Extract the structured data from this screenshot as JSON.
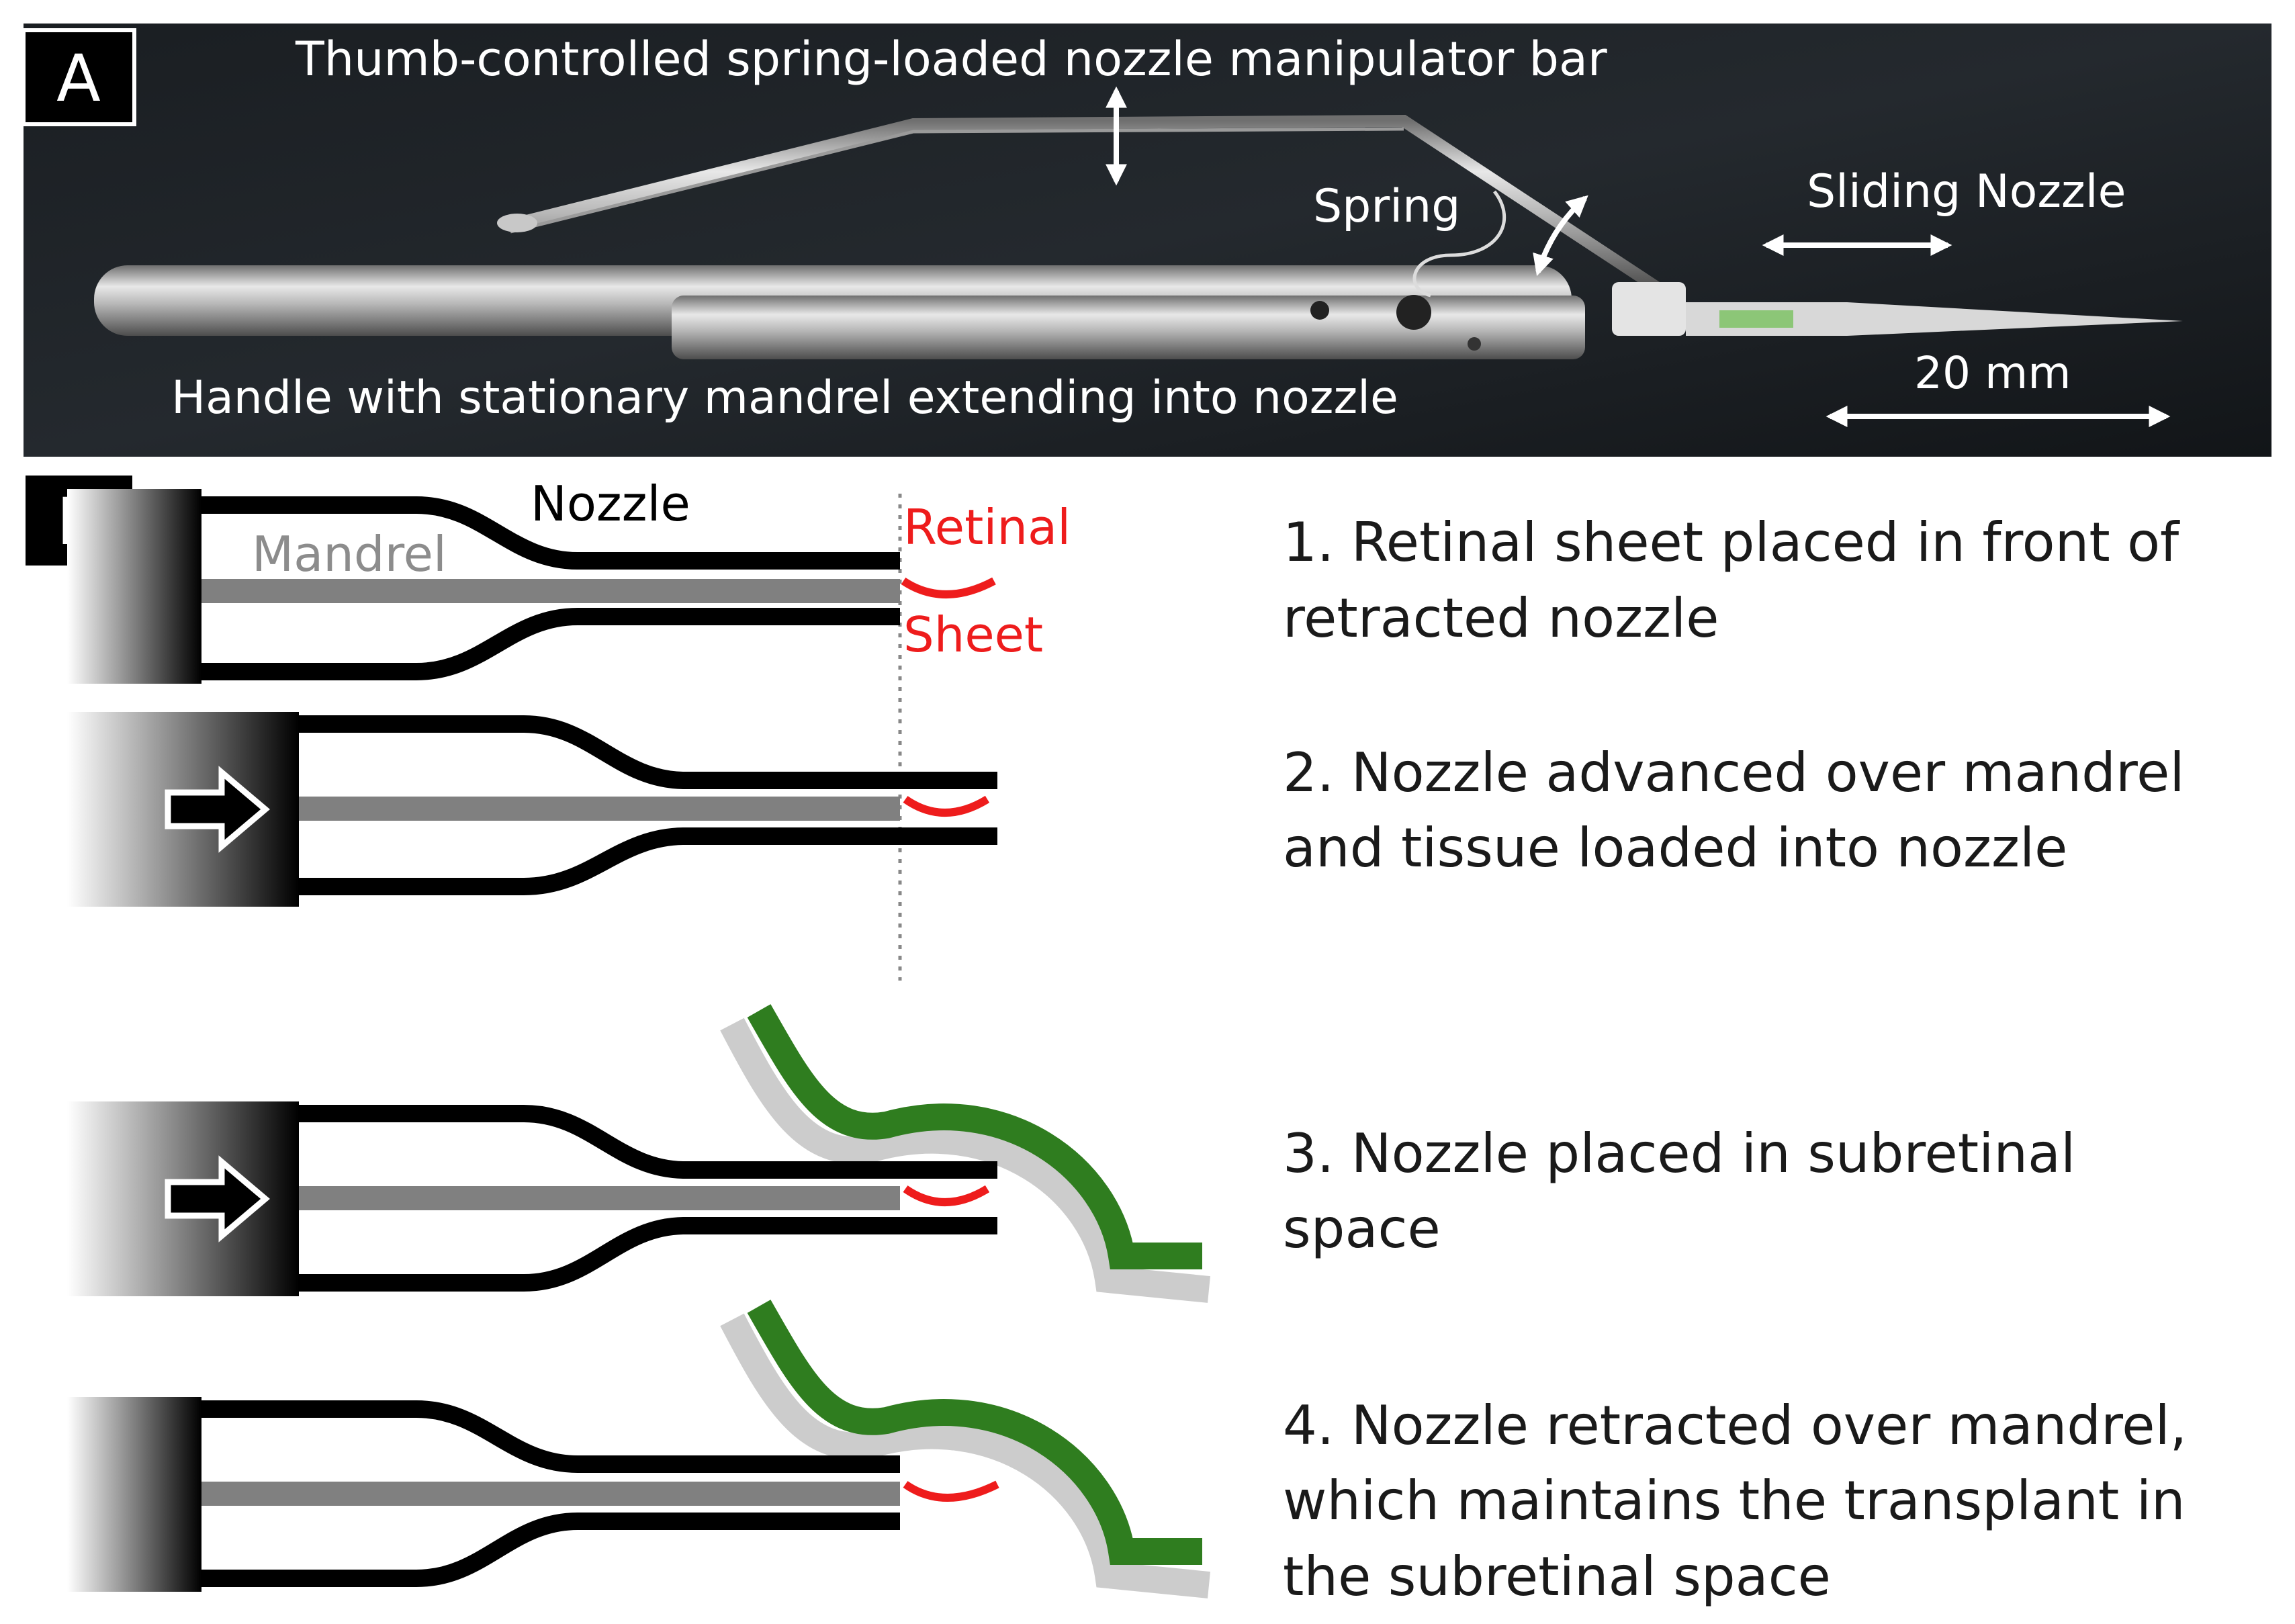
{
  "panel_a": {
    "letter": "A",
    "labels": {
      "manipulator_bar": "Thumb-controlled spring-loaded nozzle manipulator bar",
      "spring": "Spring",
      "sliding_nozzle": "Sliding Nozzle",
      "handle": "Handle with stationary mandrel extending into nozzle",
      "scale_bar": "20 mm"
    }
  },
  "panel_b": {
    "letter": "B",
    "labels": {
      "nozzle": "Nozzle",
      "mandrel": "Mandrel",
      "retinal": "Retinal",
      "sheet": "Sheet"
    },
    "steps": [
      {
        "lines": [
          "1. Retinal sheet placed in front of",
          "retracted nozzle"
        ]
      },
      {
        "lines": [
          "2. Nozzle advanced over mandrel",
          "and tissue loaded into nozzle"
        ]
      },
      {
        "lines": [
          "3. Nozzle placed in subretinal",
          "space"
        ]
      },
      {
        "lines": [
          "4. Nozzle retracted over mandrel,",
          "which maintains the transplant in",
          "the subretinal space"
        ]
      }
    ]
  },
  "colors": {
    "tissue_red": "#ee1c1c",
    "retina_green": "#2f7d1f",
    "rpe_gray": "#cccccc",
    "mandrel_gray": "#808080"
  }
}
